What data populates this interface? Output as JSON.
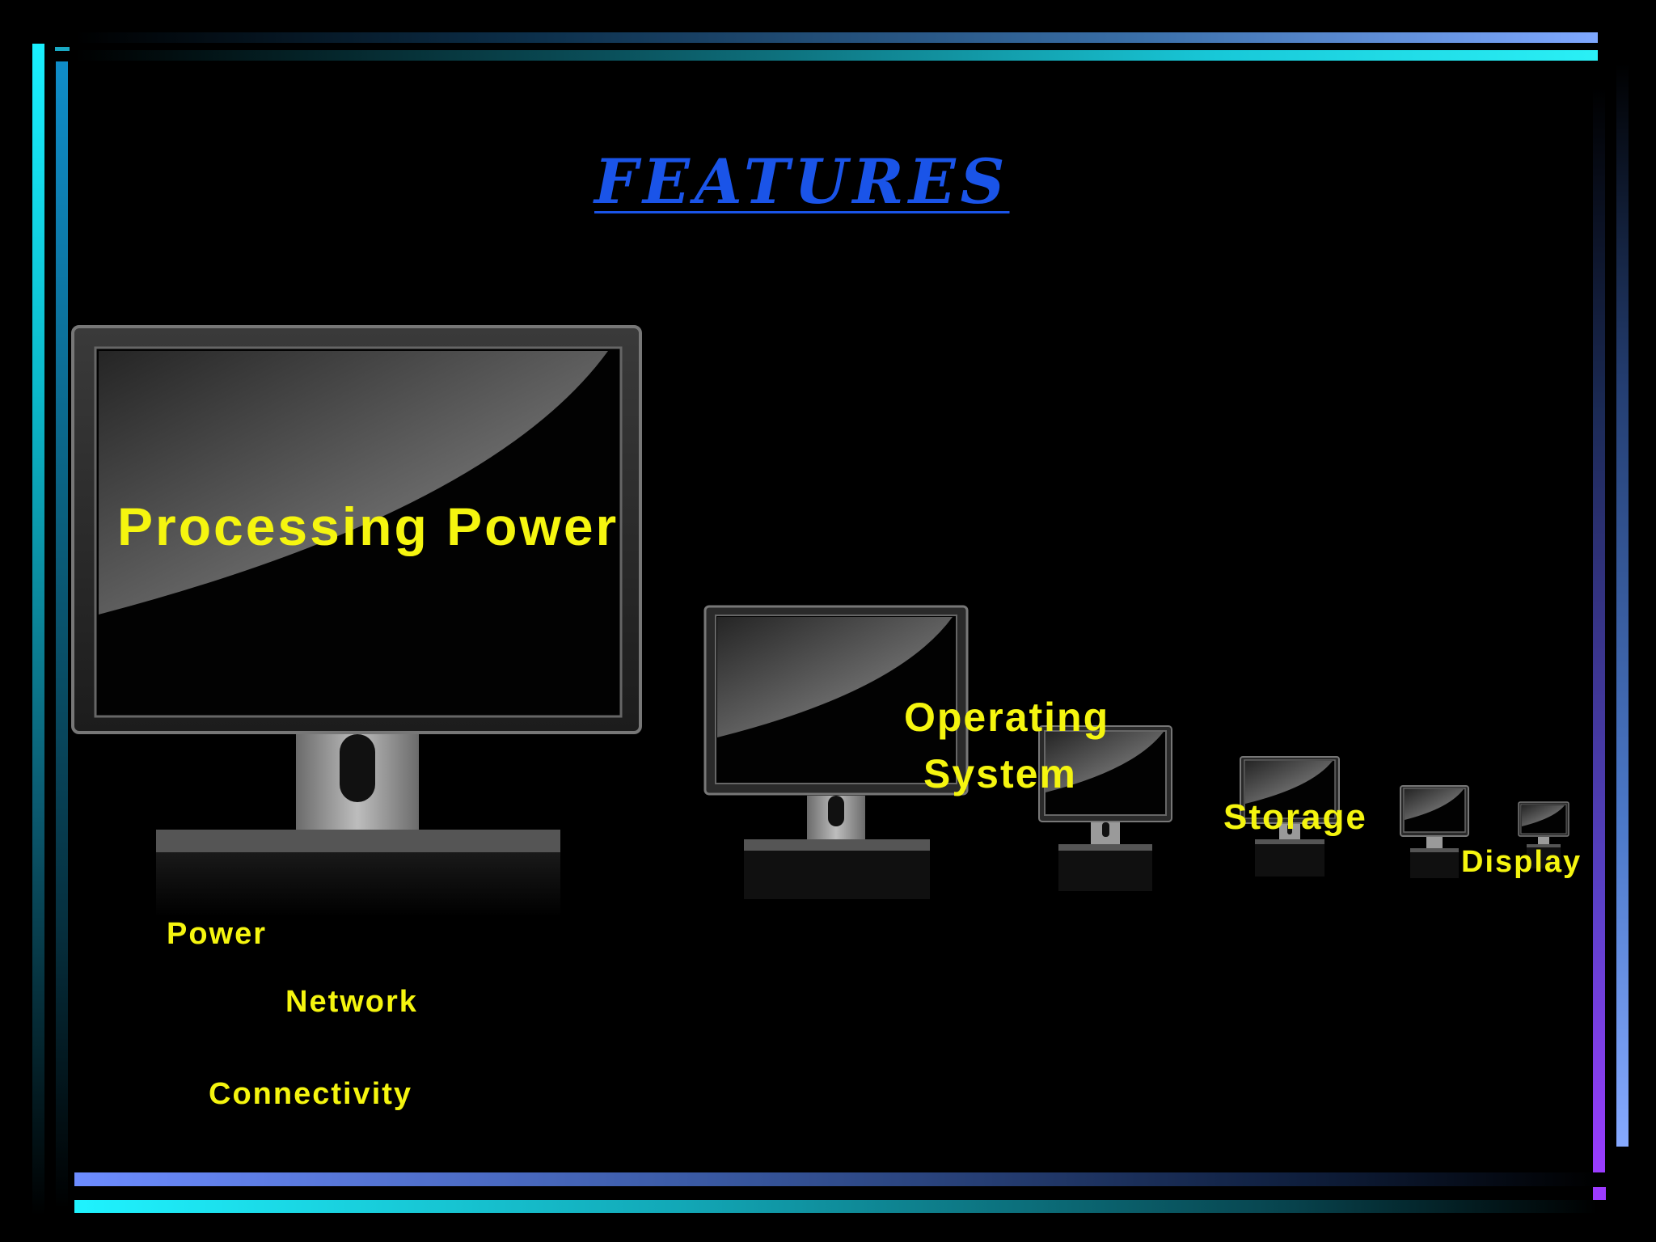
{
  "slide": {
    "title": "FEATURES",
    "labels": {
      "processing_power": "Processing Power",
      "operating_line1": "Operating",
      "operating_line2": "System",
      "storage": "Storage",
      "display": "Display",
      "power": "Power",
      "network": "Network",
      "connectivity": "Connectivity"
    },
    "icons": [
      "monitor-icon"
    ],
    "colors": {
      "background": "#000000",
      "title": "#1a54e8",
      "label": "#f5f50f",
      "cyan_accent": "#1ff3ff",
      "purple_accent": "#9d3bff"
    }
  }
}
